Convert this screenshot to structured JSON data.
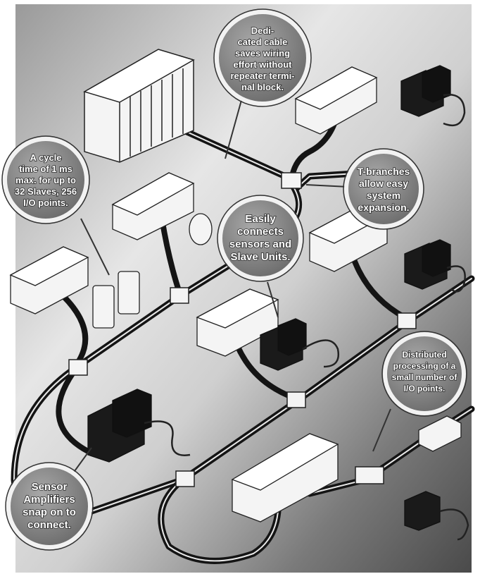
{
  "callouts": {
    "dedicated_cable": [
      "Dedi-",
      "cated cable",
      "saves wiring",
      "effort without",
      "repeater termi-",
      "nal block."
    ],
    "cycle_time": [
      "A cycle",
      "time of 1 ms",
      "max. for up to",
      "32 Slaves, 256",
      "I/O points."
    ],
    "t_branches": [
      "T-branches",
      "allow easy",
      "system",
      "expansion."
    ],
    "easily_connects": [
      "Easily",
      "connects",
      "sensors and",
      "Slave Units."
    ],
    "distributed": [
      "Distributed",
      "processing of a",
      "small number of",
      "I/O points."
    ],
    "sensor_amplifiers": [
      "Sensor",
      "Amplifiers",
      "snap on to",
      "connect."
    ]
  },
  "colors": {
    "background_light": "#d9d9d9",
    "background_dark": "#4a4a4a",
    "bubble_fill": "#8a8a8a",
    "bubble_ring": "#f2f2f2",
    "cable": "#141414",
    "device": "#f4f4f4"
  }
}
